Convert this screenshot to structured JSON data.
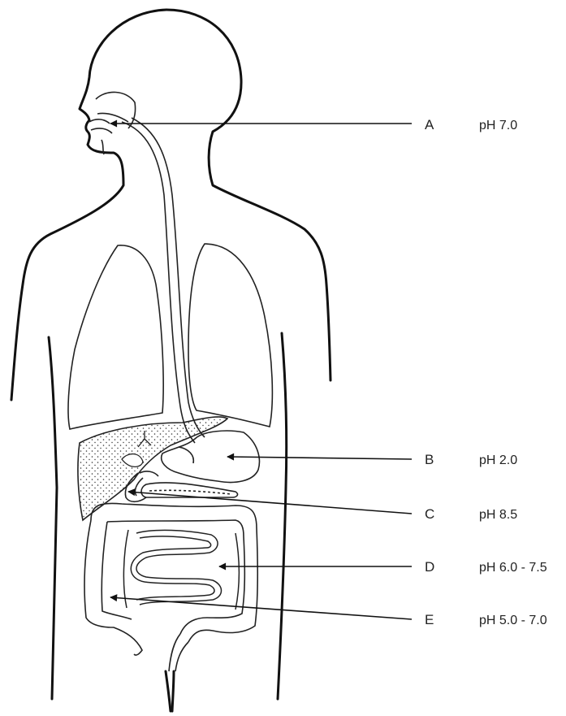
{
  "labels": [
    {
      "letter": "A",
      "ph": "pH 7.0"
    },
    {
      "letter": "B",
      "ph": "pH 2.0"
    },
    {
      "letter": "C",
      "ph": "pH 8.5"
    },
    {
      "letter": "D",
      "ph": "pH 6.0 - 7.5"
    },
    {
      "letter": "E",
      "ph": "pH 5.0 - 7.0"
    }
  ]
}
